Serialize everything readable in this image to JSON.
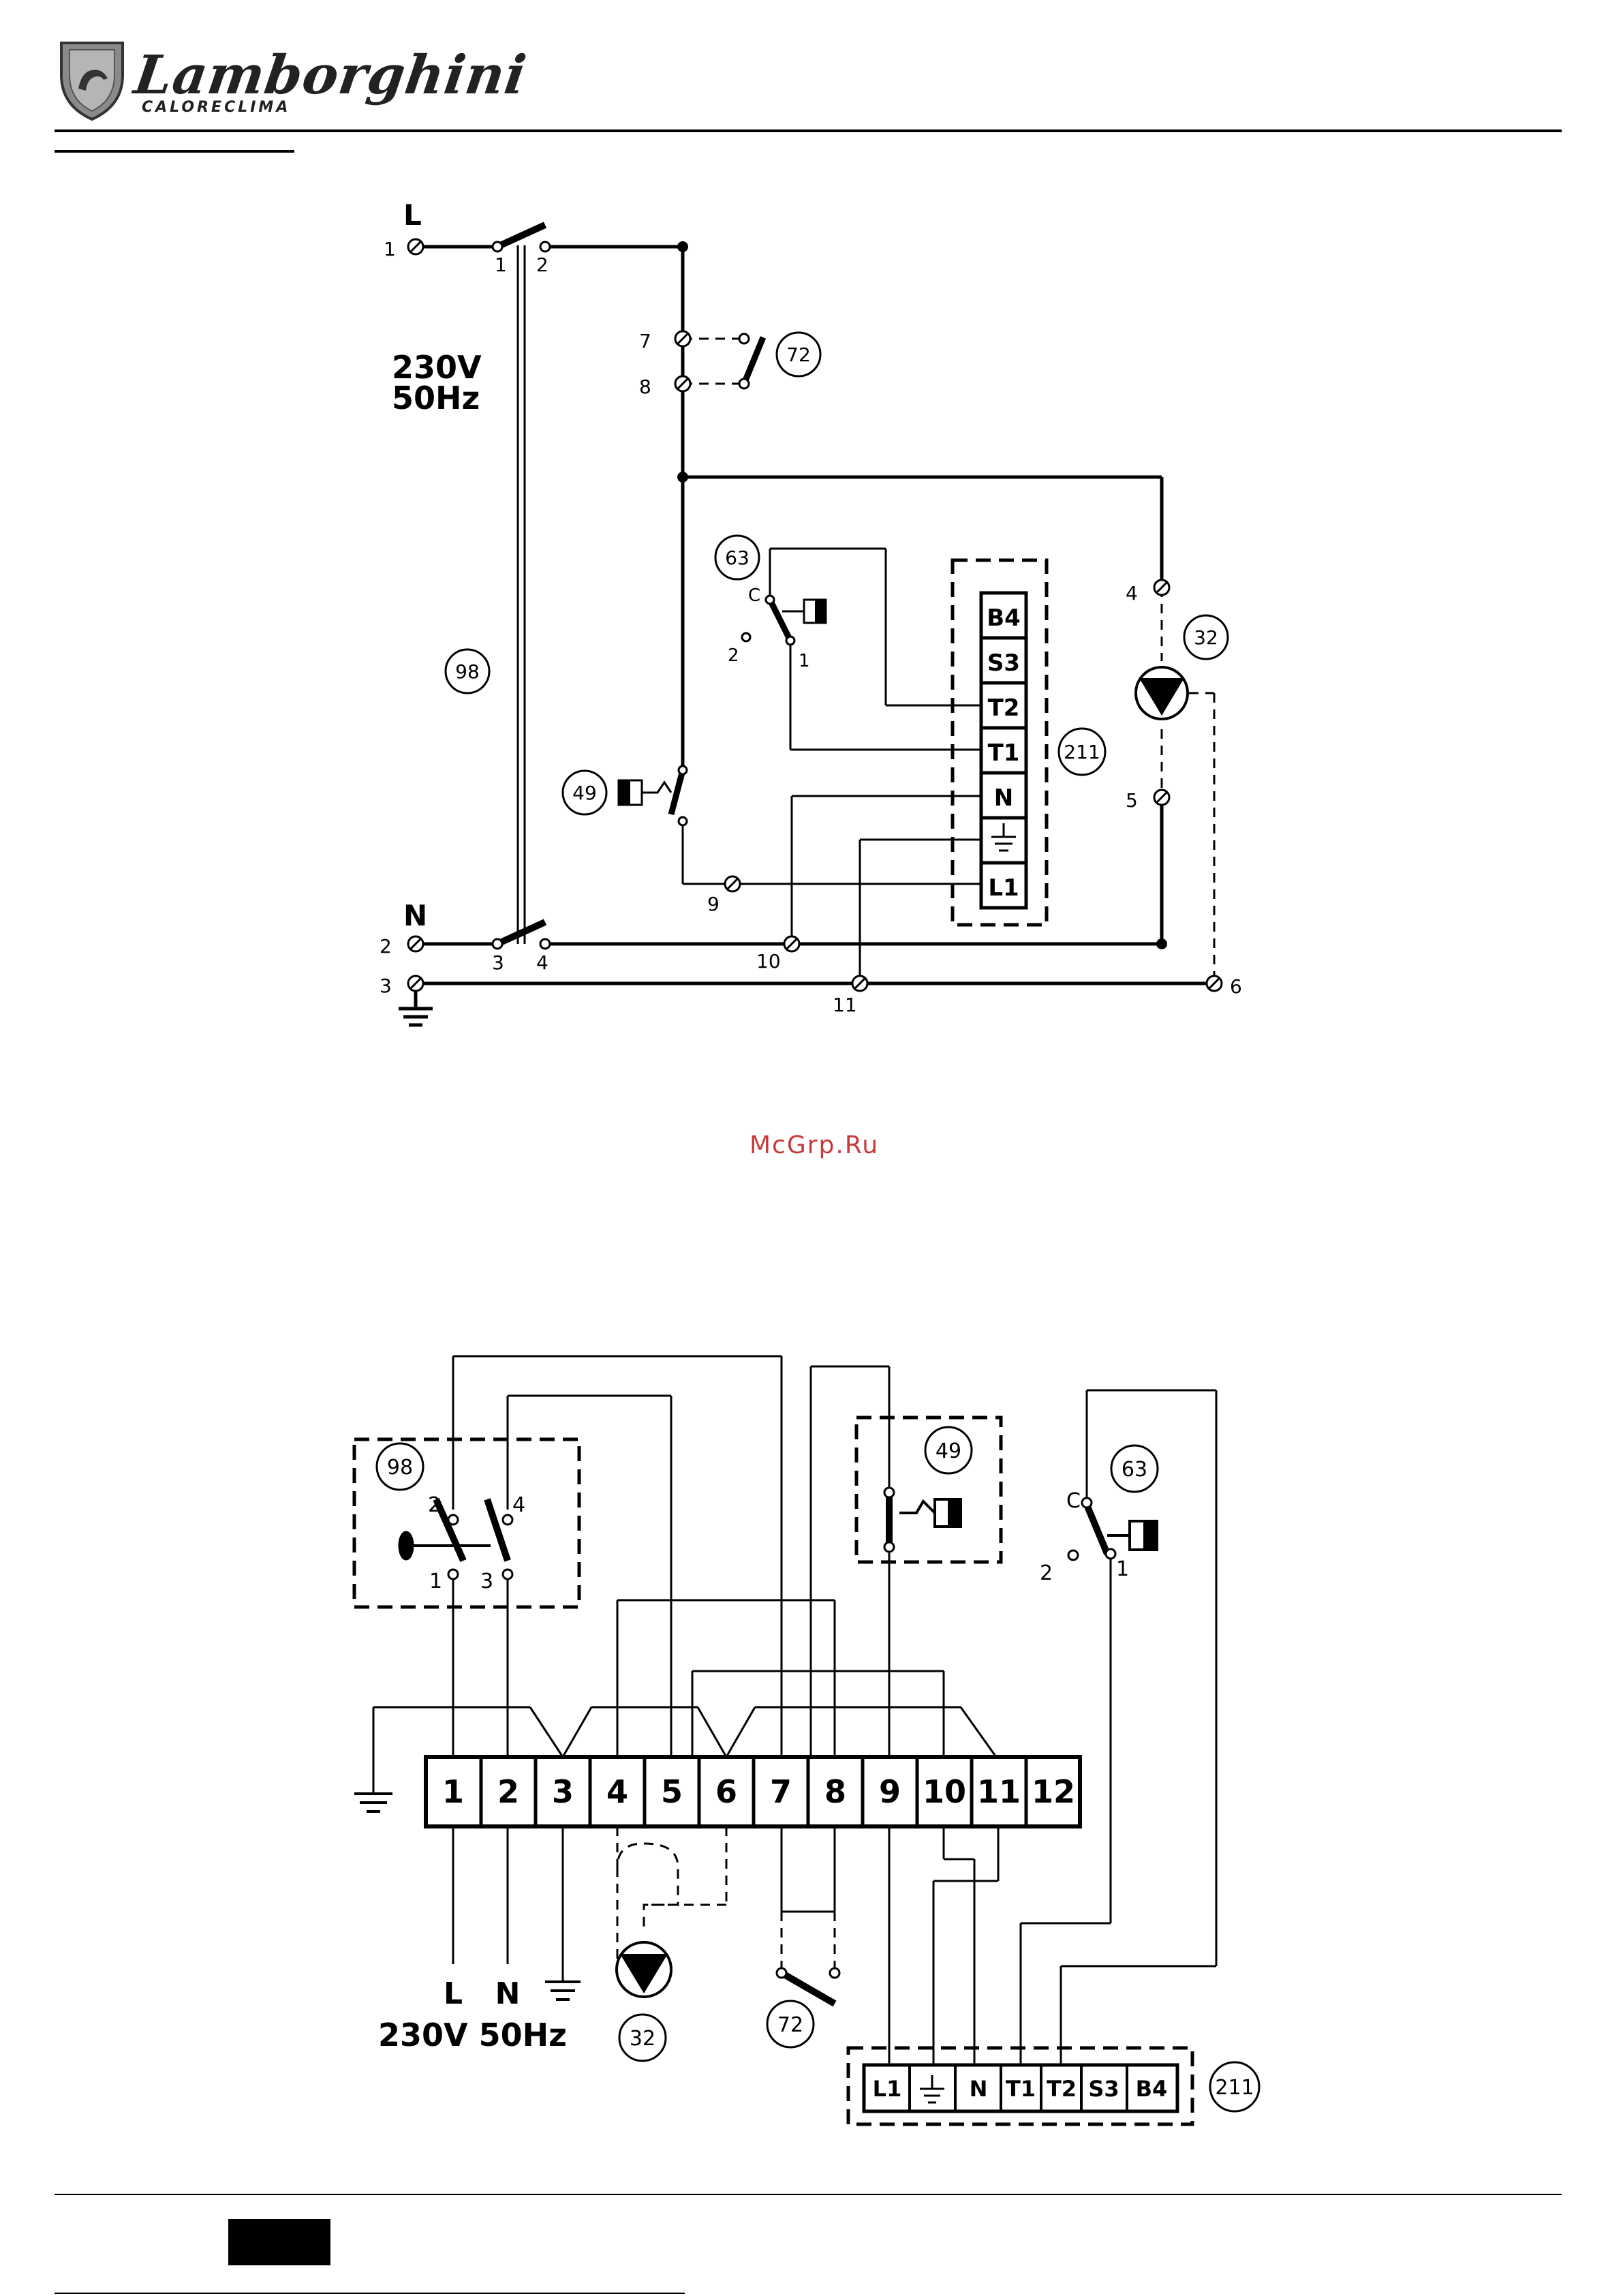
{
  "header": {
    "brand_name": "Lamborghini",
    "brand_sub": "CALORECLIMA"
  },
  "watermark": "McGrp.Ru",
  "diagram1": {
    "line_label": "L",
    "neutral_label": "N",
    "voltage": "230V",
    "frequency": "50Hz",
    "terminal_numbers": [
      "1",
      "2",
      "3",
      "4",
      "5",
      "6",
      "7",
      "8",
      "9",
      "10",
      "11"
    ],
    "switch_contact_labels": [
      "1",
      "2",
      "3",
      "4"
    ],
    "component_labels": [
      "98",
      "72",
      "63",
      "49",
      "32",
      "211"
    ],
    "thermostat_contacts": [
      "C",
      "2",
      "1"
    ],
    "board_pins": [
      "B4",
      "S3",
      "T2",
      "T1",
      "N",
      "L1"
    ]
  },
  "diagram2": {
    "terminal_block": [
      "1",
      "2",
      "3",
      "4",
      "5",
      "6",
      "7",
      "8",
      "9",
      "10",
      "11",
      "12"
    ],
    "switch_contact_labels": [
      "2",
      "4",
      "1",
      "3"
    ],
    "component_labels": [
      "98",
      "49",
      "63",
      "72",
      "32",
      "211"
    ],
    "thermostat_contacts": [
      "C",
      "2",
      "1"
    ],
    "supply_labels": [
      "L",
      "N"
    ],
    "supply_text": "230V 50Hz",
    "board_pins": [
      "L1",
      "N",
      "T1",
      "T2",
      "S3",
      "B4"
    ]
  },
  "colors": {
    "ink": "#000000",
    "watermark": "#c83a3a",
    "logo_shield": "#8a8a8a"
  }
}
